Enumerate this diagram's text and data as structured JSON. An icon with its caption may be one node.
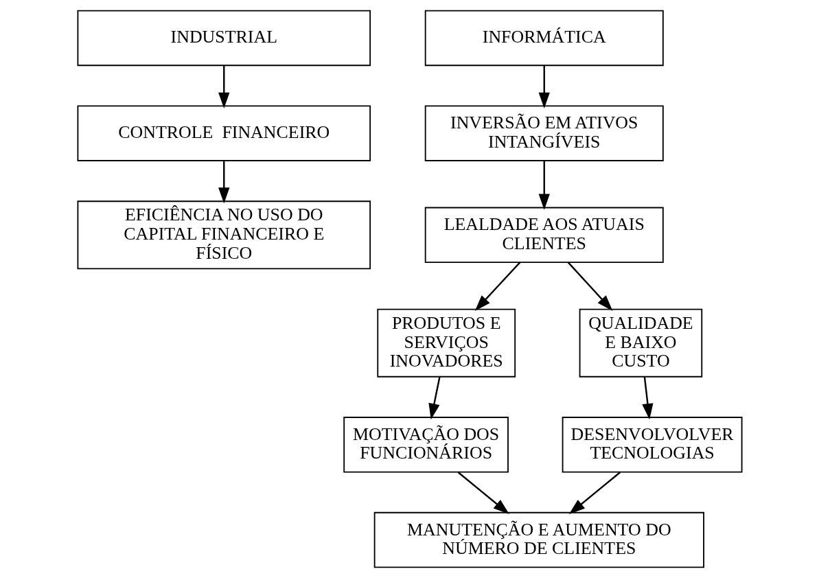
{
  "diagram": {
    "nodes": [
      {
        "text": [
          "INDUSTRIAL"
        ]
      },
      {
        "text": [
          "CONTROLE  FINANCEIRO"
        ]
      },
      {
        "text": [
          "EFICIÊNCIA NO USO DO CAPITAL FINANCEIRO E FÍSICO"
        ]
      },
      {
        "text": [
          "INFORMÁTICA"
        ]
      },
      {
        "text": [
          "INVERSÃO EM ATIVOS INTANGÍVEIS"
        ]
      },
      {
        "text": [
          "LEALDADE AOS ATUAIS CLIENTES"
        ]
      },
      {
        "text": [
          "PRODUTOS E SERVIÇOS INOVADORES"
        ]
      },
      {
        "text": [
          "QUALIDADE E BAIXO CUSTO"
        ]
      },
      {
        "text": [
          "MOTIVAÇÃO DOS FUNCIONÁRIOS"
        ]
      },
      {
        "text": [
          "DESENVOLVOLVER TECNOLOGIAS"
        ]
      },
      {
        "text": [
          "MANUTENÇÃO E AUMENTO DO NÚMERO DE CLIENTES"
        ]
      }
    ],
    "edges": [
      {
        "from": 0,
        "to": 1,
        "arrow": "to"
      },
      {
        "from": 1,
        "to": 2,
        "arrow": "to"
      },
      {
        "from": 3,
        "to": 4,
        "arrow": "to"
      },
      {
        "from": 4,
        "to": 5,
        "arrow": "to"
      },
      {
        "from": 5,
        "to": 6,
        "arrow": "to"
      },
      {
        "from": 5,
        "to": 7,
        "arrow": "to"
      },
      {
        "from": 6,
        "to": 8,
        "arrow": "to"
      },
      {
        "from": 7,
        "to": 9,
        "arrow": "to"
      },
      {
        "from": 8,
        "to": 10,
        "arrow": "to"
      },
      {
        "from": 9,
        "to": 10,
        "arrow": "to"
      }
    ]
  }
}
